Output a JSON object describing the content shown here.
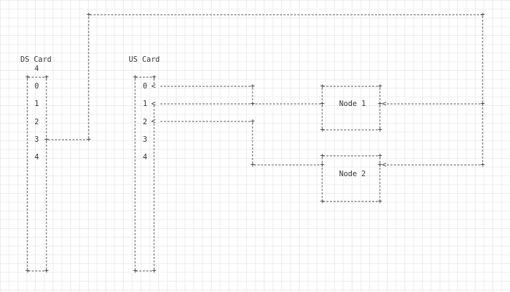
{
  "ds_card": {
    "title": "DS Card",
    "subtitle": "4",
    "ports": [
      "0",
      "1",
      "2",
      "3",
      "4"
    ]
  },
  "us_card": {
    "title": "US Card",
    "ports": [
      "0",
      "1",
      "2",
      "3",
      "4"
    ]
  },
  "node1": {
    "label": "Node 1"
  },
  "node2": {
    "label": "Node 2"
  }
}
